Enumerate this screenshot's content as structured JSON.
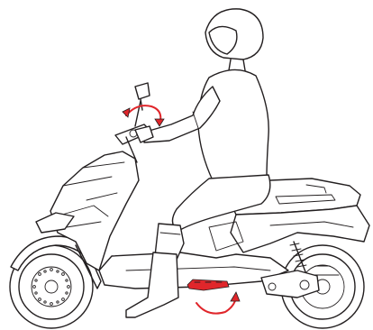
{
  "figure": {
    "kind": "line-art illustration",
    "accent_color": "#e0262b",
    "line_color": "#231f20",
    "background": "#ffffff",
    "icons": [
      "rider",
      "electric-scooter",
      "mirror-rotate-arrow",
      "footrest-rotate-arrow"
    ]
  }
}
